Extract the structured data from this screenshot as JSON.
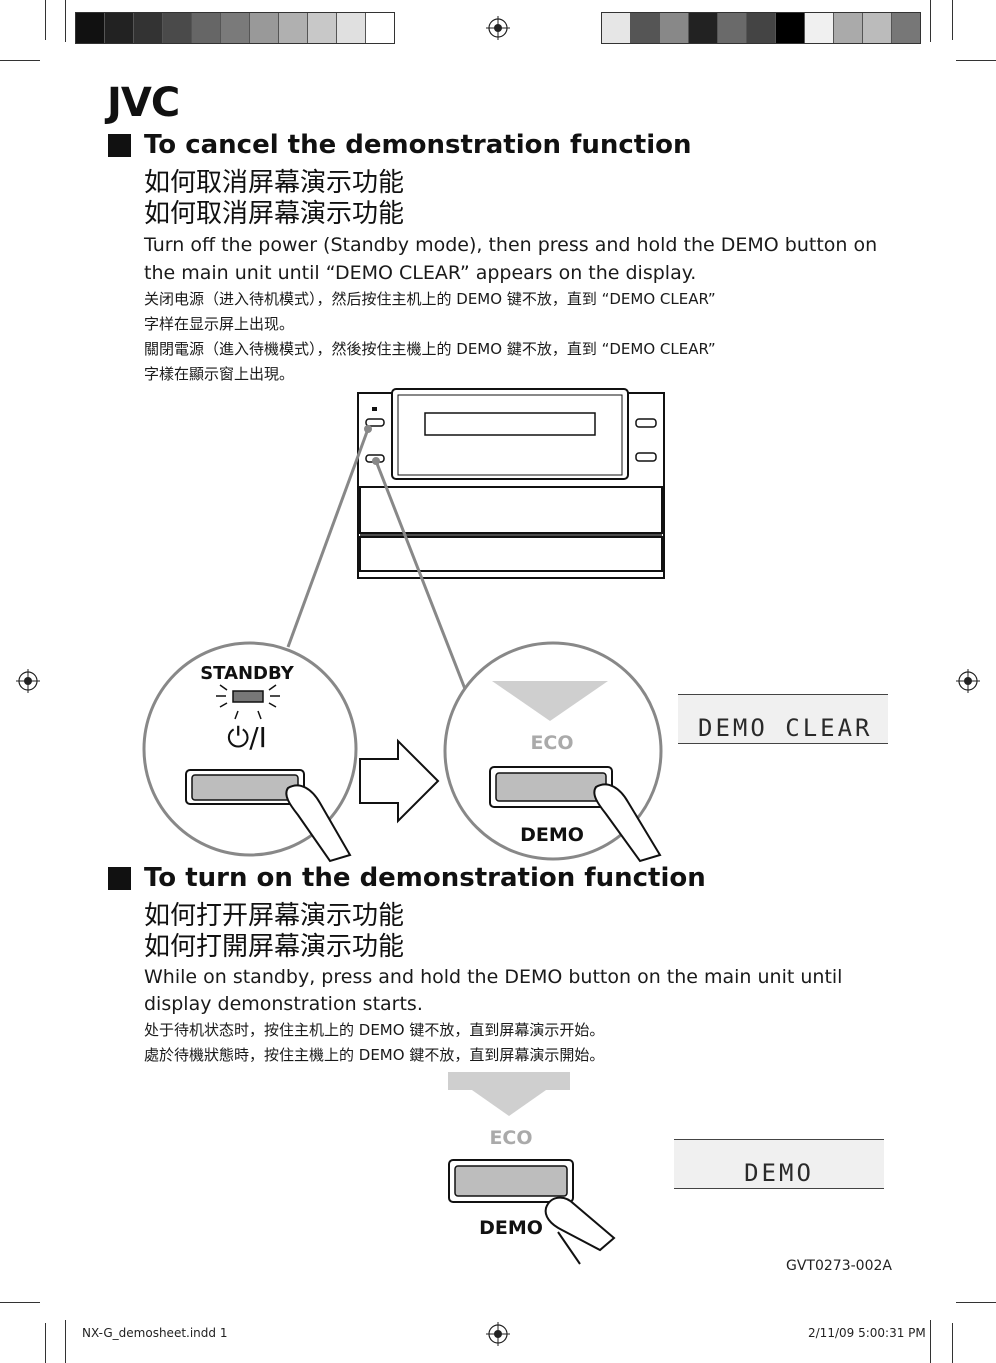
{
  "brand": {
    "logo_text": "JVC"
  },
  "section_cancel": {
    "heading_en": "To cancel the demonstration function",
    "heading_zh_simplified": "如何取消屏幕演示功能",
    "heading_zh_traditional": "如何取消屏幕演示功能",
    "body_en_line1": "Turn off the power (Standby mode), then press and hold the DEMO button on",
    "body_en_line2": "the main unit until “DEMO CLEAR” appears on the display.",
    "body_zh_simplified_line1": "关闭电源（进入待机模式），然后按住主机上的 DEMO 键不放，直到 “DEMO CLEAR”",
    "body_zh_simplified_line2": "字样在显示屏上出现。",
    "body_zh_traditional_line1": "關閉電源（進入待機模式），然後按住主機上的 DEMO 鍵不放，直到 “DEMO CLEAR”",
    "body_zh_traditional_line2": "字樣在顯示窗上出現。",
    "label_standby": "STANDBY",
    "label_power": "⏻/I",
    "label_eco": "ECO",
    "label_demo": "DEMO",
    "display_text": "DEMO CLEAR"
  },
  "section_turn_on": {
    "heading_en": "To turn on the demonstration function",
    "heading_zh_simplified": "如何打开屏幕演示功能",
    "heading_zh_traditional": "如何打開屏幕演示功能",
    "body_en_line1": "While on standby, press and hold the DEMO button on the main unit until",
    "body_en_line2": "display demonstration starts.",
    "body_zh_simplified": "处于待机状态时，按住主机上的 DEMO 键不放，直到屏幕演示开始。",
    "body_zh_traditional": "處於待機狀態時，按住主機上的 DEMO 鍵不放，直到屏幕演示開始。",
    "label_eco": "ECO",
    "label_demo": "DEMO",
    "display_text": "DEMO"
  },
  "document_number": "GVT0273-002A",
  "footer": {
    "file_info": "NX-G_demosheet.indd   1",
    "timestamp": "2/11/09   5:00:31 PM"
  },
  "colors": {
    "text": "#1a1a1a",
    "arrow_gray": "#cfcfcf",
    "button_gray": "#bdbdbd",
    "lcd_bg": "#f0f0f0"
  }
}
